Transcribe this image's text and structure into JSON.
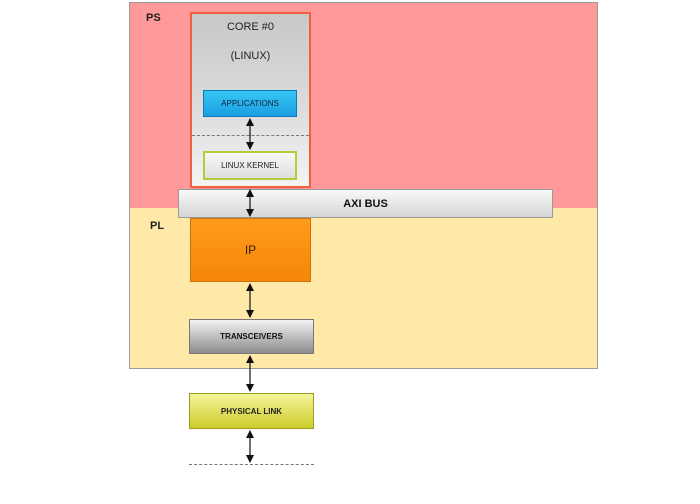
{
  "regions": {
    "ps_label": "PS",
    "pl_label": "PL"
  },
  "core": {
    "title": "CORE #0",
    "subtitle": "(LINUX)"
  },
  "blocks": {
    "applications": "APPLICATIONS",
    "linux_kernel": "LINUX KERNEL",
    "axi_bus": "AXI BUS",
    "ip": "IP",
    "transceivers": "TRANSCEIVERS",
    "physical_link": "PHYSICAL LINK"
  },
  "colors": {
    "ps_fill": "#ff9999",
    "pl_fill": "#ffe9a8",
    "core_border": "#f06040",
    "applications_fill": "#1a9ee0",
    "kernel_border": "#b4cc38",
    "ip_fill": "#f5870a",
    "physical_link_fill": "#cdcd2a"
  },
  "connections": [
    {
      "from": "applications",
      "to": "linux_kernel",
      "type": "bidirectional-arrow"
    },
    {
      "from": "linux_kernel",
      "to": "ip",
      "via": "axi_bus",
      "type": "bidirectional-arrow"
    },
    {
      "from": "ip",
      "to": "transceivers",
      "type": "bidirectional-arrow"
    },
    {
      "from": "transceivers",
      "to": "physical_link",
      "type": "bidirectional-arrow"
    },
    {
      "from": "physical_link",
      "to": "next",
      "type": "bidirectional-arrow"
    }
  ]
}
